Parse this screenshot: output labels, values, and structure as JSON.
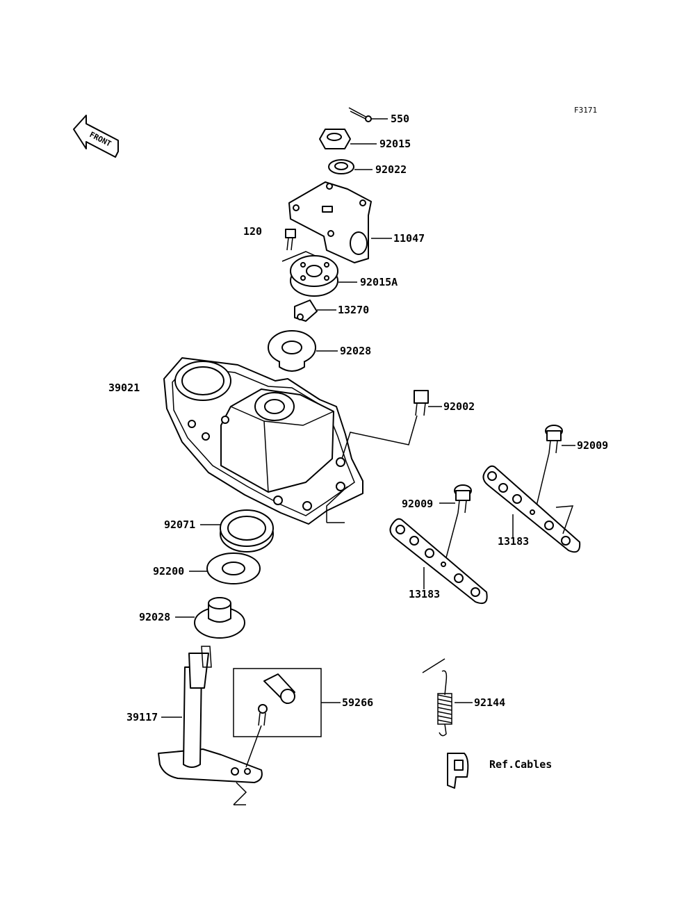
{
  "figure_code": "F3171",
  "front_marker": "FRONT",
  "parts": {
    "p550": "550",
    "p92015": "92015",
    "p92022": "92022",
    "p120": "120",
    "p11047": "11047",
    "p92015A": "92015A",
    "p13270": "13270",
    "p92028_top": "92028",
    "p39021": "39021",
    "p92002": "92002",
    "p92009_right": "92009",
    "p92009_left": "92009",
    "p13183_right": "13183",
    "p13183_left": "13183",
    "p92071": "92071",
    "p92200": "92200",
    "p92028_bottom": "92028",
    "p39117": "39117",
    "p59266": "59266",
    "p92144": "92144",
    "ref_cables": "Ref.Cables"
  }
}
